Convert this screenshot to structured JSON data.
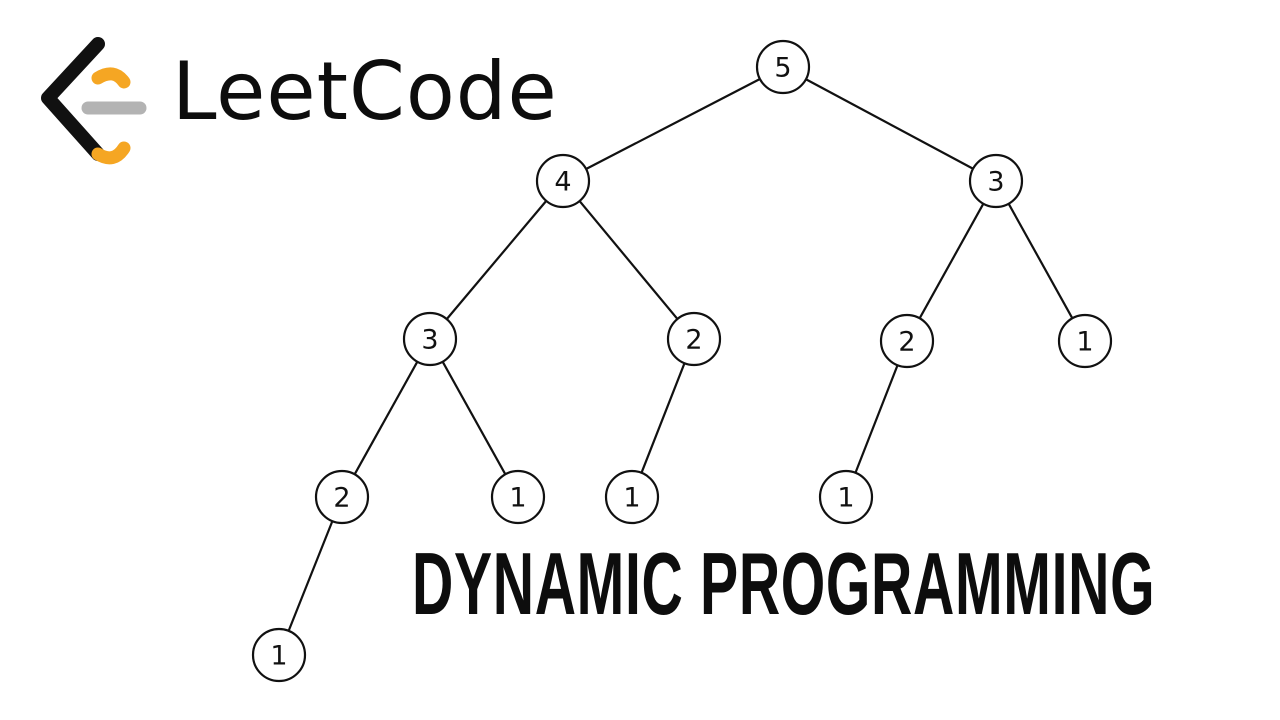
{
  "logo": {
    "wordmark": "LeetCode",
    "icon": "leetcode-logo-icon",
    "colors": {
      "dark": "#111111",
      "orange": "#f5a623",
      "gray": "#b3b3b3"
    }
  },
  "headline": "DYNAMIC PROGRAMMING",
  "tree": {
    "nodes": [
      {
        "id": "n0",
        "label": "5"
      },
      {
        "id": "n1",
        "label": "4"
      },
      {
        "id": "n2",
        "label": "3"
      },
      {
        "id": "n3",
        "label": "3"
      },
      {
        "id": "n4",
        "label": "2"
      },
      {
        "id": "n5",
        "label": "2"
      },
      {
        "id": "n6",
        "label": "1"
      },
      {
        "id": "n7",
        "label": "2"
      },
      {
        "id": "n8",
        "label": "1"
      },
      {
        "id": "n9",
        "label": "1"
      },
      {
        "id": "n10",
        "label": "1"
      },
      {
        "id": "n11",
        "label": "1"
      }
    ],
    "edges": [
      [
        "n0",
        "n1"
      ],
      [
        "n0",
        "n2"
      ],
      [
        "n1",
        "n3"
      ],
      [
        "n1",
        "n4"
      ],
      [
        "n2",
        "n5"
      ],
      [
        "n2",
        "n6"
      ],
      [
        "n3",
        "n7"
      ],
      [
        "n3",
        "n8"
      ],
      [
        "n4",
        "n9"
      ],
      [
        "n5",
        "n10"
      ],
      [
        "n7",
        "n11"
      ]
    ]
  }
}
